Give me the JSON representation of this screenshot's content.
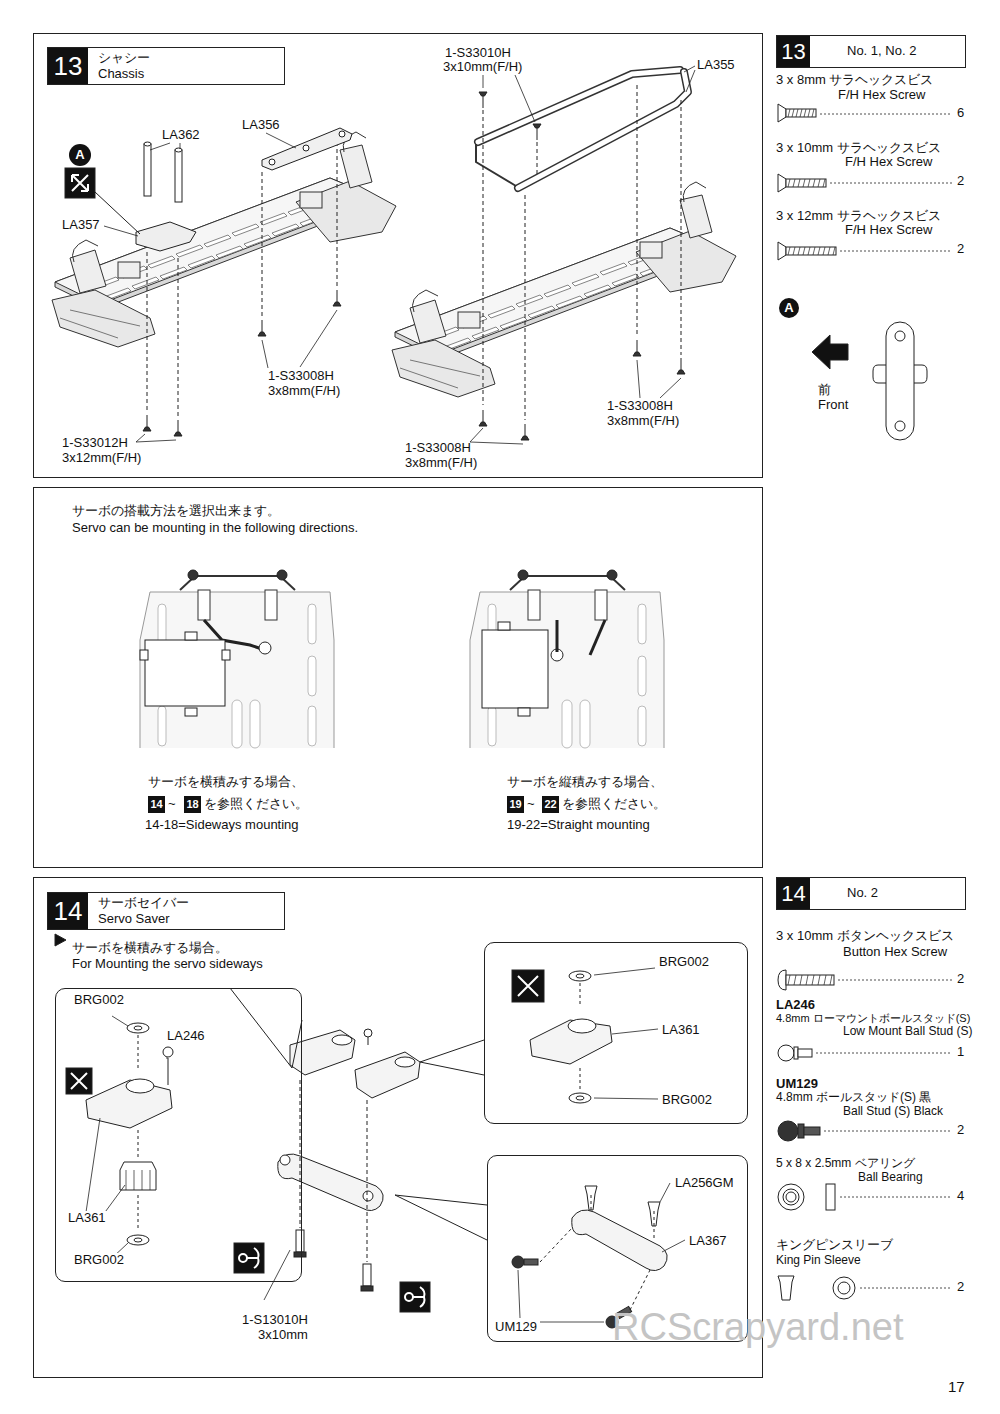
{
  "diagram": {
    "nodes": [
      {
        "text": [
          "13",
          "シャシー",
          "Chassis"
        ]
      },
      {
        "text": [
          "A"
        ]
      },
      {
        "text": [
          "13",
          "No. 1, No. 2"
        ]
      },
      {
        "text": [
          "A"
        ]
      },
      {
        "text": [
          "14"
        ]
      },
      {
        "text": [
          "18"
        ]
      },
      {
        "text": [
          "19"
        ]
      },
      {
        "text": [
          "22"
        ]
      },
      {
        "text": [
          "14",
          "サーボセイバー",
          "Servo Saver"
        ]
      },
      {
        "text": [
          "BRG002",
          "LA246",
          "LA361",
          "BRG002"
        ]
      },
      {
        "text": [
          "BRG002",
          "LA361",
          "BRG002"
        ]
      },
      {
        "text": [
          "LA256GM",
          "LA367",
          "UM129"
        ]
      },
      {
        "text": [
          "14",
          "No. 2"
        ]
      }
    ],
    "labels": [
      "LA362",
      "LA356",
      "LA357",
      "1-S33008H",
      "3x8mm(F/H)",
      "1-S33012H",
      "3x12mm(F/H)",
      "1-S33010H",
      "3x10mm(F/H)",
      "LA355",
      "1-S33008H",
      "3x8mm(F/H)",
      "1-S33008H",
      "3x8mm(F/H)",
      "3 x 8mm サラヘックスビス",
      "F/H Hex Screw",
      "6",
      "3 x 10mm サラヘックスビス",
      "F/H Hex Screw",
      "2",
      "3 x 12mm サラヘックスビス",
      "F/H Hex Screw",
      "2",
      "前",
      "Front",
      "サーボの搭載方法を選択出来ます。",
      "Servo can be mounting in the following directions.",
      "サーボを横積みする場合、",
      "~",
      "を参照ください。",
      "14-18=Sideways mounting",
      "サーボを縦積みする場合、",
      "~",
      "を参照ください。",
      "19-22=Straight mounting",
      "サーボを横積みする場合。",
      "For Mounting the servo sideways",
      "1-S13010H",
      "3x10mm",
      "3 x 10mm ボタンヘックスビス",
      "Button Hex Screw",
      "2",
      "LA246",
      "4.8mm ローマウントボールスタッド(S)",
      "Low Mount Ball Stud (S)",
      "1",
      "UM129",
      "4.8mm ボールスタッド(S) 黒",
      "Ball Stud (S) Black",
      "2",
      "5 x 8 x 2.5mm ベアリング",
      "Ball Bearing",
      "4",
      "キングピンスリーブ",
      "King Pin Sleeve",
      "2",
      "RCScrapyard.net",
      "17"
    ]
  }
}
